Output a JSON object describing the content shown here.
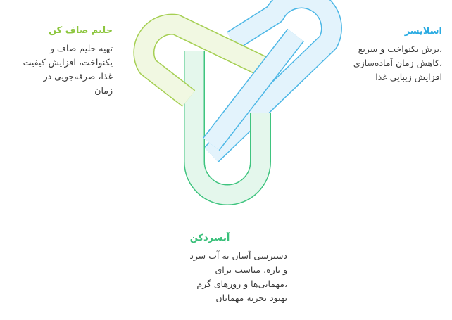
{
  "left": {
    "title": "حلیم صاف کن",
    "lines": [
      "تهیه حلیم صاف و",
      "یکنواخت، افزایش کیفیت",
      "غذا، صرفه‌جویی در",
      "زمان"
    ],
    "color": "#8dc63f"
  },
  "right": {
    "title": "اسلایسر",
    "lines": [
      "،برش یکنواخت و سریع",
      "،کاهش زمان آماده‌سازی",
      "افزایش زیبایی غذا"
    ],
    "color": "#29abe2"
  },
  "bottom": {
    "title": "آبسردکن",
    "lines": [
      "دسترسی آسان به آب سرد",
      "و تازه، مناسب برای",
      "،مهمانی‌ها و روزهای گرم",
      "بهبود تجربه مهمانان"
    ],
    "color": "#39c07a"
  }
}
